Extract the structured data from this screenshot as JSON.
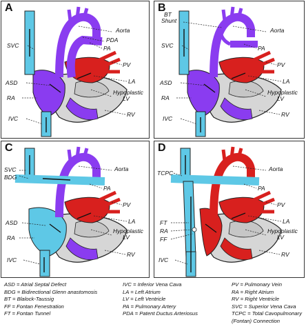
{
  "panels": [
    {
      "letter": "A",
      "labels": {
        "aorta": "Aorta",
        "pda": "PDA",
        "pa": "PA",
        "pv": "PV",
        "la": "LA",
        "hypo1": "Hypoplastic",
        "hypo2": "LV",
        "rv": "RV",
        "ivc": "IVC",
        "ra": "RA",
        "asd": "ASD",
        "svc": "SVC"
      }
    },
    {
      "letter": "B",
      "labels": {
        "bt1": "BT",
        "bt2": "Shunt",
        "svc": "SVC",
        "aorta": "Aorta",
        "pa": "PA",
        "pv": "PV",
        "la": "LA",
        "asd": "ASD",
        "ra": "RA",
        "hypo1": "Hypoplastic",
        "hypo2": "LV",
        "ivc": "IVC",
        "rv": "RV"
      }
    },
    {
      "letter": "C",
      "labels": {
        "svc": "SVC",
        "bdg": "BDG",
        "aorta": "Aorta",
        "pa": "PA",
        "pv": "PV",
        "la": "LA",
        "asd": "ASD",
        "ra": "RA",
        "hypo1": "Hypoplastic",
        "hypo2": "LV",
        "ivc": "IVC",
        "rv": "RV"
      }
    },
    {
      "letter": "D",
      "labels": {
        "tcpc": "TCPC",
        "aorta": "Aorta",
        "pa": "PA",
        "pv": "PV",
        "ft": "FT",
        "ra": "RA",
        "ff": "FF",
        "la": "LA",
        "hypo1": "Hypoplastic",
        "hypo2": "LV",
        "ivc": "IVC",
        "rv": "RV"
      }
    }
  ],
  "legend": {
    "col1": [
      "ASD = Atrial Septal Defect",
      "BDG = Bidirectional Glenn anastomosis",
      "BT = Blalock-Taussig",
      "FF = Fontan Fenestration",
      "FT = Fontan Tunnel"
    ],
    "col2": [
      "IVC = Inferior Vena Cava",
      "LA = Left Atrium",
      "LV = Left Ventricle",
      "PA = Pulmonary Artery",
      "PDA = Patent Ductus Arteriosus"
    ],
    "col3": [
      "PV = Pulmonary Vein",
      "RA = Right Atrium",
      "RV = Right Ventricle",
      "SVC = Superior Vena Cava",
      "TCPC = Total Cavopulmonary",
      "(Fontan) Connection"
    ]
  },
  "colors": {
    "deoxygenated": "#5ec8e6",
    "oxygenated": "#d8201e",
    "mixed": "#8a3cf0",
    "myocardium": "#d6d6d6",
    "outline": "#222222"
  }
}
